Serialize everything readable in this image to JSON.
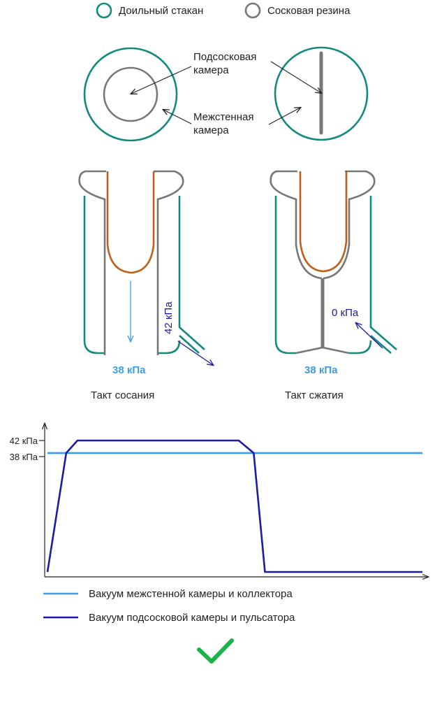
{
  "colors": {
    "teal": "#138a7e",
    "gray": "#777777",
    "orange": "#c0601e",
    "light_blue": "#3d9ee6",
    "navy": "#1b1ba3",
    "check_green": "#1bb34a",
    "text": "#222222"
  },
  "legend_top": {
    "cup": "Доильный стакан",
    "liner": "Сосковая резина"
  },
  "chamber_labels": {
    "teat_chamber_line1": "Подсосковая",
    "teat_chamber_line2": "камера",
    "interwall_line1": "Межстенная",
    "interwall_line2": "камера"
  },
  "left_phase": {
    "pressure_side": "42 кПа",
    "pressure_bottom": "38 кПа",
    "caption": "Такт сосания"
  },
  "right_phase": {
    "pressure_side": "0 кПа",
    "pressure_bottom": "38 кПа",
    "caption": "Такт сжатия"
  },
  "chart_data": {
    "type": "line",
    "y_ticks": [
      "42 кПа",
      "38 кПа"
    ],
    "ylim": [
      0,
      42
    ],
    "series": [
      {
        "name": "Вакуум межстенной камеры и коллектора",
        "color": "#3d9ee6",
        "points": [
          [
            0,
            38
          ],
          [
            1,
            38
          ]
        ]
      },
      {
        "name": "Вакуум подсосковой камеры и пульсатора",
        "color": "#1b1ba3",
        "points": [
          [
            0,
            0
          ],
          [
            0.05,
            38
          ],
          [
            0.08,
            42
          ],
          [
            0.51,
            42
          ],
          [
            0.55,
            38
          ],
          [
            0.58,
            0
          ],
          [
            1,
            0
          ]
        ]
      }
    ]
  },
  "icons": {
    "status": "checkmark-icon"
  }
}
